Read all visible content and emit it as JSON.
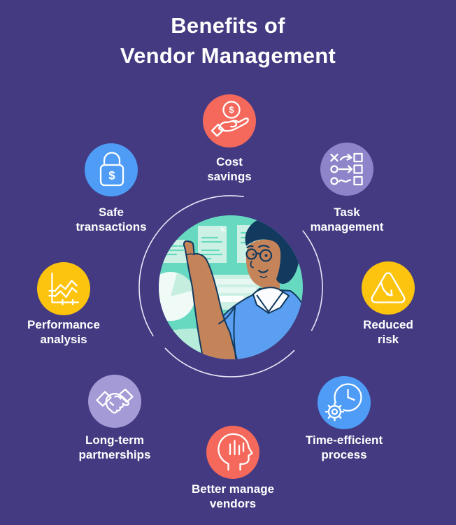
{
  "title": {
    "line1": "Benefits of",
    "line2": "Vendor Management"
  },
  "colors": {
    "background": "#433A81",
    "title_text": "#FFFFFF",
    "label_text": "#FFFFFF",
    "icon_stroke": "#FFFFFF",
    "coral": "#F4695C",
    "blue": "#4E9CF6",
    "violet": "#8D84C9",
    "violet_light": "#A39AD6",
    "yellow": "#FCC40F",
    "teal": "#67D9C1",
    "mint": "#CDF0E5",
    "mint_deep": "#B7ECDB",
    "paper": "#F0FAF6",
    "navy": "#113A5E",
    "skin": "#C5835A",
    "shirt": "#5B9FF2",
    "collar": "#FAFCFF",
    "ring": "#E9E6F7"
  },
  "icons": {
    "dollar_glyph": "$"
  },
  "benefits": [
    {
      "id": "cost-savings",
      "label1": "Cost",
      "label2": "savings",
      "color": "#F4695C",
      "icon": "hand-coin-icon"
    },
    {
      "id": "task-management",
      "label1": "Task",
      "label2": "management",
      "color": "#8D84C9",
      "icon": "task-flow-icon"
    },
    {
      "id": "safe-transactions",
      "label1": "Safe",
      "label2": "transactions",
      "color": "#4E9CF6",
      "icon": "lock-dollar-icon"
    },
    {
      "id": "performance-analysis",
      "label1": "Performance",
      "label2": "analysis",
      "color": "#FCC40F",
      "icon": "line-chart-icon"
    },
    {
      "id": "reduced-risk",
      "label1": "Reduced",
      "label2": "risk",
      "color": "#FCC40F",
      "icon": "warning-triangle-icon"
    },
    {
      "id": "time-efficient-process",
      "label1": "Time-efficient",
      "label2": "process",
      "color": "#4E9CF6",
      "icon": "clock-gear-icon"
    },
    {
      "id": "long-term-partnerships",
      "label1": "Long-term",
      "label2": "partnerships",
      "color": "#A39AD6",
      "icon": "handshake-icon"
    },
    {
      "id": "better-manage-vendors",
      "label1": "Better manage",
      "label2": "vendors",
      "color": "#F4695C",
      "icon": "head-chart-icon"
    }
  ]
}
